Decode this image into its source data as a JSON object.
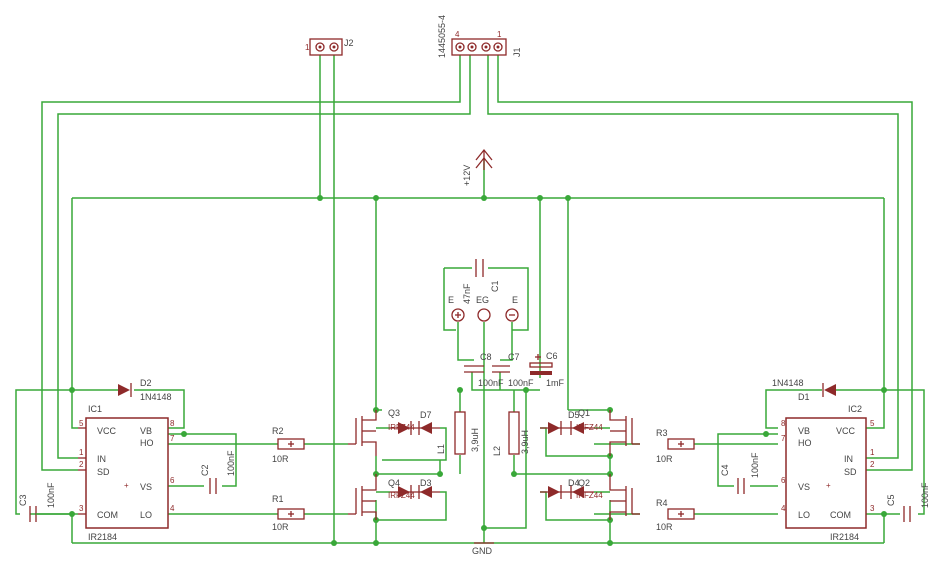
{
  "labels": {
    "j2": "J2",
    "j1": "J1",
    "j1_part": "1445055-4",
    "j2_pin1": "1",
    "j1_pin4": "4",
    "j1_pin1": "1",
    "vcc": "+12V",
    "gnd": "GND",
    "ic1": "IC1",
    "ic1_type": "IR2184",
    "ic2": "IC2",
    "ic2_type": "IR2184",
    "ic_pins": {
      "vcc": "VCC",
      "in": "IN",
      "sd": "SD",
      "com": "COM",
      "vb": "VB",
      "ho": "HO",
      "vs": "VS",
      "lo": "LO",
      "plus": "+"
    },
    "ic_pin_numbers": {
      "p1": "1",
      "p2": "2",
      "p3": "3",
      "p4": "4",
      "p5": "5",
      "p6": "6",
      "p7": "7",
      "p8": "8"
    },
    "d2": "D2",
    "d2_type": "1N4148",
    "d1": "D1",
    "d1_type": "1N4148",
    "c1": "C1",
    "c1_val": "47nF",
    "c2": "C2",
    "c2_val": "100nF",
    "c3": "C3",
    "c3_val": "100nF",
    "c4": "C4",
    "c4_val": "100nF",
    "c5": "C5",
    "c5_val": "100nF",
    "c6": "C6",
    "c6_val": "1mF",
    "c7": "C7",
    "c7_val": "100nF",
    "c8": "C8",
    "c8_val": "100nF",
    "r1": "R1",
    "r1_val": "10R",
    "r2": "R2",
    "r2_val": "10R",
    "r3": "R3",
    "r3_val": "10R",
    "r4": "R4",
    "r4_val": "10R",
    "q1": "Q1",
    "q2": "Q2",
    "q3": "Q3",
    "q4": "Q4",
    "d3": "D3",
    "d4": "D4",
    "d5": "D5",
    "d7": "D7",
    "l1": "L1",
    "l1_val": "3,9uH",
    "l2": "L2",
    "l2_val": "3,9uH",
    "mosfet_type": "IRFZ44",
    "term_e": "E",
    "term_eg": "EG"
  },
  "colors": {
    "wire": "#39a839",
    "component": "#8e2a2a",
    "text": "#444444"
  }
}
